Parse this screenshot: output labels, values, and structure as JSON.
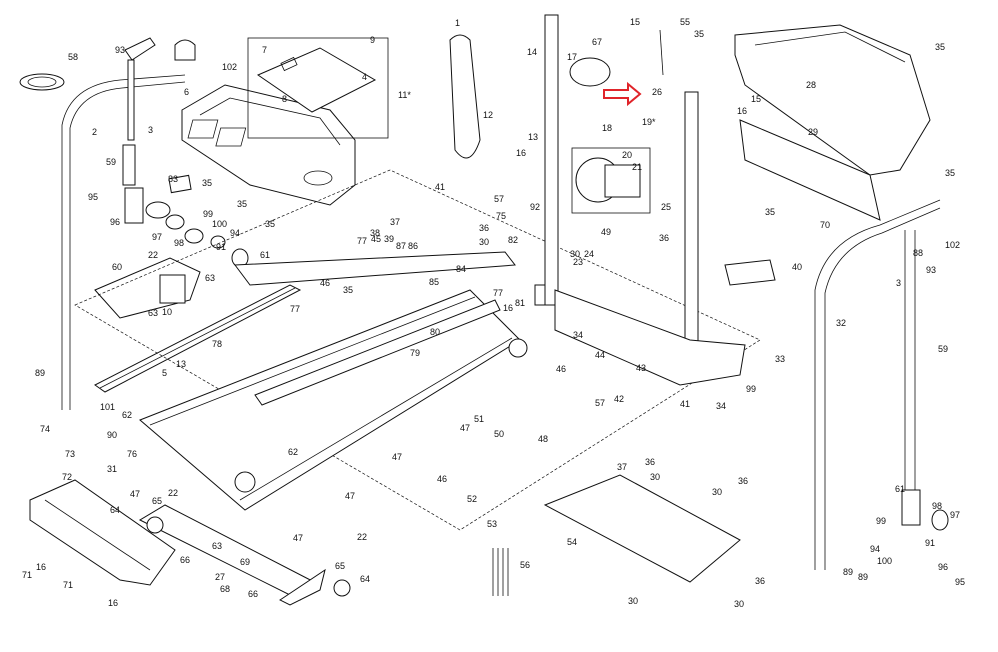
{
  "diagram": {
    "callout_labels": [
      {
        "id": "58",
        "text": "58"
      },
      {
        "id": "93a",
        "text": "93"
      },
      {
        "id": "102a",
        "text": "102"
      },
      {
        "id": "2",
        "text": "2"
      },
      {
        "id": "3a",
        "text": "3"
      },
      {
        "id": "59a",
        "text": "59"
      },
      {
        "id": "95a",
        "text": "95"
      },
      {
        "id": "96a",
        "text": "96"
      },
      {
        "id": "97a",
        "text": "97"
      },
      {
        "id": "98a",
        "text": "98"
      },
      {
        "id": "6",
        "text": "6"
      },
      {
        "id": "7",
        "text": "7"
      },
      {
        "id": "8",
        "text": "8"
      },
      {
        "id": "9",
        "text": "9"
      },
      {
        "id": "4",
        "text": "4"
      },
      {
        "id": "11",
        "text": "11*"
      },
      {
        "id": "83",
        "text": "83"
      },
      {
        "id": "35a",
        "text": "35"
      },
      {
        "id": "99a",
        "text": "99"
      },
      {
        "id": "100a",
        "text": "100"
      },
      {
        "id": "94a",
        "text": "94"
      },
      {
        "id": "91a",
        "text": "91"
      },
      {
        "id": "61a",
        "text": "61"
      },
      {
        "id": "22a",
        "text": "22"
      },
      {
        "id": "60",
        "text": "60"
      },
      {
        "id": "10",
        "text": "10"
      },
      {
        "id": "63a",
        "text": "63"
      },
      {
        "id": "89a",
        "text": "89"
      },
      {
        "id": "101",
        "text": "101"
      },
      {
        "id": "62a",
        "text": "62"
      },
      {
        "id": "90",
        "text": "90"
      },
      {
        "id": "76",
        "text": "76"
      },
      {
        "id": "74",
        "text": "74"
      },
      {
        "id": "73",
        "text": "73"
      },
      {
        "id": "31",
        "text": "31"
      },
      {
        "id": "47a",
        "text": "47"
      },
      {
        "id": "72",
        "text": "72"
      },
      {
        "id": "64a",
        "text": "64"
      },
      {
        "id": "65a",
        "text": "65"
      },
      {
        "id": "66a",
        "text": "66"
      },
      {
        "id": "69",
        "text": "69"
      },
      {
        "id": "27",
        "text": "27"
      },
      {
        "id": "68",
        "text": "68"
      },
      {
        "id": "71a",
        "text": "71"
      },
      {
        "id": "16a",
        "text": "16"
      },
      {
        "id": "1",
        "text": "1"
      },
      {
        "id": "14",
        "text": "14"
      },
      {
        "id": "15a",
        "text": "15"
      },
      {
        "id": "67",
        "text": "67"
      },
      {
        "id": "17",
        "text": "17"
      },
      {
        "id": "55",
        "text": "55"
      },
      {
        "id": "26",
        "text": "26"
      },
      {
        "id": "12",
        "text": "12"
      },
      {
        "id": "13",
        "text": "13"
      },
      {
        "id": "18",
        "text": "18"
      },
      {
        "id": "19",
        "text": "19*"
      },
      {
        "id": "20",
        "text": "20"
      },
      {
        "id": "21",
        "text": "21"
      },
      {
        "id": "41",
        "text": "41"
      },
      {
        "id": "57",
        "text": "57"
      },
      {
        "id": "37",
        "text": "37"
      },
      {
        "id": "36",
        "text": "36"
      },
      {
        "id": "30",
        "text": "30"
      },
      {
        "id": "92",
        "text": "92"
      },
      {
        "id": "82",
        "text": "82"
      },
      {
        "id": "49",
        "text": "49"
      },
      {
        "id": "25",
        "text": "25"
      },
      {
        "id": "23",
        "text": "23"
      },
      {
        "id": "24",
        "text": "24"
      },
      {
        "id": "77",
        "text": "77"
      },
      {
        "id": "45",
        "text": "45"
      },
      {
        "id": "39",
        "text": "39"
      },
      {
        "id": "87",
        "text": "87"
      },
      {
        "id": "86",
        "text": "86"
      },
      {
        "id": "84",
        "text": "84"
      },
      {
        "id": "85",
        "text": "85"
      },
      {
        "id": "75",
        "text": "75"
      },
      {
        "id": "81",
        "text": "81"
      },
      {
        "id": "80",
        "text": "80"
      },
      {
        "id": "79",
        "text": "79"
      },
      {
        "id": "46",
        "text": "46"
      },
      {
        "id": "78",
        "text": "78"
      },
      {
        "id": "5",
        "text": "5"
      },
      {
        "id": "34",
        "text": "34"
      },
      {
        "id": "44",
        "text": "44"
      },
      {
        "id": "43",
        "text": "43"
      },
      {
        "id": "42",
        "text": "42"
      },
      {
        "id": "51",
        "text": "51"
      },
      {
        "id": "50",
        "text": "50"
      },
      {
        "id": "48",
        "text": "48"
      },
      {
        "id": "52",
        "text": "52"
      },
      {
        "id": "53",
        "text": "53"
      },
      {
        "id": "56",
        "text": "56"
      },
      {
        "id": "54",
        "text": "54"
      },
      {
        "id": "28",
        "text": "28"
      },
      {
        "id": "29",
        "text": "29"
      },
      {
        "id": "70",
        "text": "70"
      },
      {
        "id": "40",
        "text": "40"
      },
      {
        "id": "88",
        "text": "88"
      },
      {
        "id": "32",
        "text": "32"
      },
      {
        "id": "33",
        "text": "33"
      },
      {
        "id": "38",
        "text": "38"
      },
      {
        "id": "35b",
        "text": "35"
      },
      {
        "id": "16b",
        "text": "16"
      },
      {
        "id": "63b",
        "text": "63"
      },
      {
        "id": "47b",
        "text": "47"
      },
      {
        "id": "22b",
        "text": "22"
      },
      {
        "id": "16c",
        "text": "16"
      },
      {
        "id": "30b",
        "text": "30"
      },
      {
        "id": "36b",
        "text": "36"
      },
      {
        "id": "93b",
        "text": "93"
      },
      {
        "id": "3b",
        "text": "3"
      },
      {
        "id": "102b",
        "text": "102"
      },
      {
        "id": "59b",
        "text": "59"
      },
      {
        "id": "61b",
        "text": "61"
      },
      {
        "id": "98b",
        "text": "98"
      },
      {
        "id": "97b",
        "text": "97"
      },
      {
        "id": "99b",
        "text": "99"
      },
      {
        "id": "94b",
        "text": "94"
      },
      {
        "id": "91b",
        "text": "91"
      },
      {
        "id": "100b",
        "text": "100"
      },
      {
        "id": "96b",
        "text": "96"
      },
      {
        "id": "95b",
        "text": "95"
      },
      {
        "id": "89b",
        "text": "89"
      },
      {
        "id": "15b",
        "text": "15"
      },
      {
        "id": "16d",
        "text": "16"
      },
      {
        "id": "35c",
        "text": "35"
      },
      {
        "id": "35d",
        "text": "35"
      },
      {
        "id": "35e",
        "text": "35"
      },
      {
        "id": "30c",
        "text": "30"
      },
      {
        "id": "36c",
        "text": "36"
      },
      {
        "id": "47c",
        "text": "47"
      },
      {
        "id": "63c",
        "text": "63"
      },
      {
        "id": "65b",
        "text": "65"
      },
      {
        "id": "64b",
        "text": "64"
      },
      {
        "id": "66b",
        "text": "66"
      },
      {
        "id": "71b",
        "text": "71"
      },
      {
        "id": "16e",
        "text": "16"
      },
      {
        "id": "22c",
        "text": "22"
      },
      {
        "id": "62b",
        "text": "62"
      },
      {
        "id": "13b",
        "text": "13"
      },
      {
        "id": "46b",
        "text": "46"
      },
      {
        "id": "46c",
        "text": "46"
      },
      {
        "id": "77b",
        "text": "77"
      },
      {
        "id": "77c",
        "text": "77"
      },
      {
        "id": "47d",
        "text": "47"
      },
      {
        "id": "47e",
        "text": "47"
      },
      {
        "id": "36d",
        "text": "36"
      },
      {
        "id": "37b",
        "text": "37"
      },
      {
        "id": "57b",
        "text": "57"
      },
      {
        "id": "41b",
        "text": "41"
      },
      {
        "id": "99c",
        "text": "99"
      },
      {
        "id": "89c",
        "text": "89"
      },
      {
        "id": "34b",
        "text": "34"
      },
      {
        "id": "30d",
        "text": "30"
      },
      {
        "id": "30e",
        "text": "30"
      },
      {
        "id": "36e",
        "text": "36"
      },
      {
        "id": "30f",
        "text": "30"
      },
      {
        "id": "35f",
        "text": "35"
      },
      {
        "id": "35g",
        "text": "35"
      },
      {
        "id": "35h",
        "text": "35"
      }
    ],
    "highlight_arrow_color": "#e0242a",
    "line_color": "#111111",
    "background": "#ffffff"
  }
}
